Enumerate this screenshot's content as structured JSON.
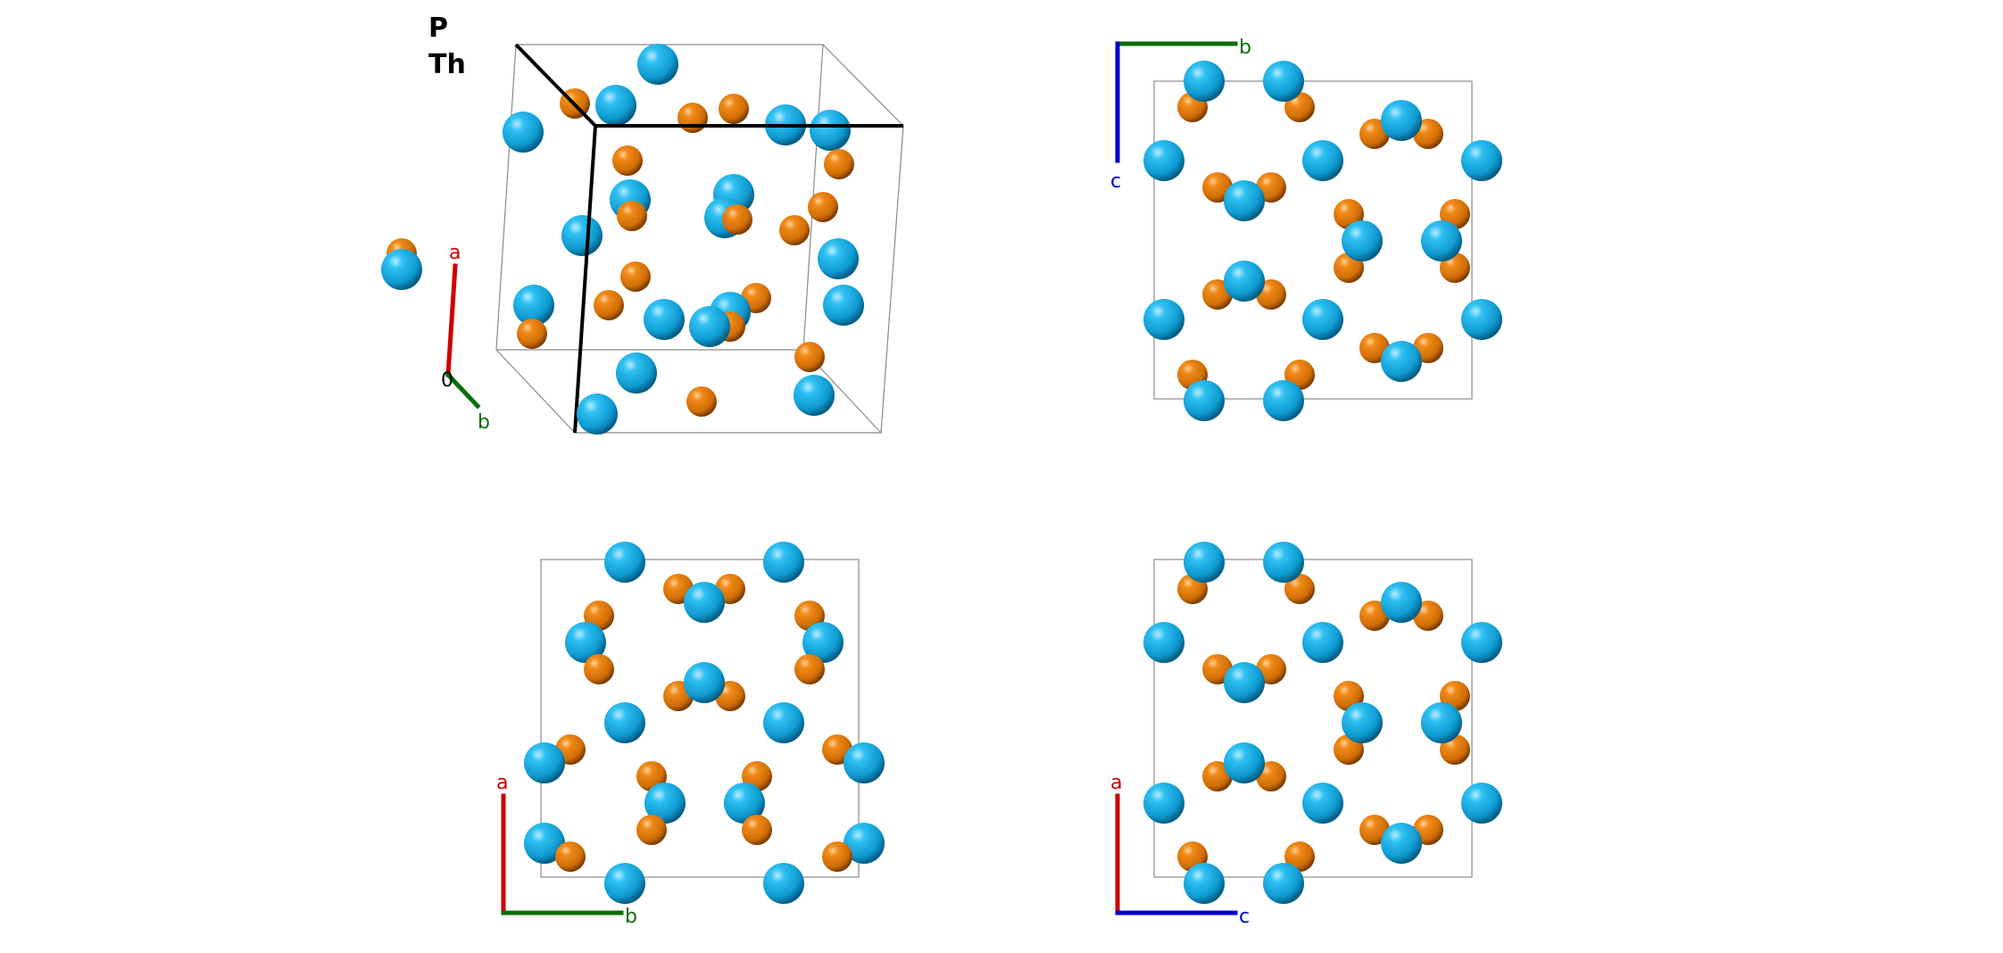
{
  "legend": [
    {
      "symbol": "P",
      "color": "#e07b0c"
    },
    {
      "symbol": "Th",
      "color": "#1aaee0"
    }
  ],
  "axes_colors": {
    "a": "#cc0000",
    "b": "#0a6e0a",
    "c": "#0000cc",
    "origin": "#000000"
  },
  "panels": [
    {
      "name": "perspective-view",
      "axes": {
        "origin": "0",
        "v1": "a",
        "v2": "b"
      }
    },
    {
      "name": "bc-projection",
      "axes": {
        "v1": "b",
        "v2": "c"
      }
    },
    {
      "name": "ab-projection",
      "axes": {
        "v1": "a",
        "v2": "b"
      }
    },
    {
      "name": "ac-projection",
      "axes": {
        "v1": "a",
        "v2": "c"
      }
    }
  ]
}
